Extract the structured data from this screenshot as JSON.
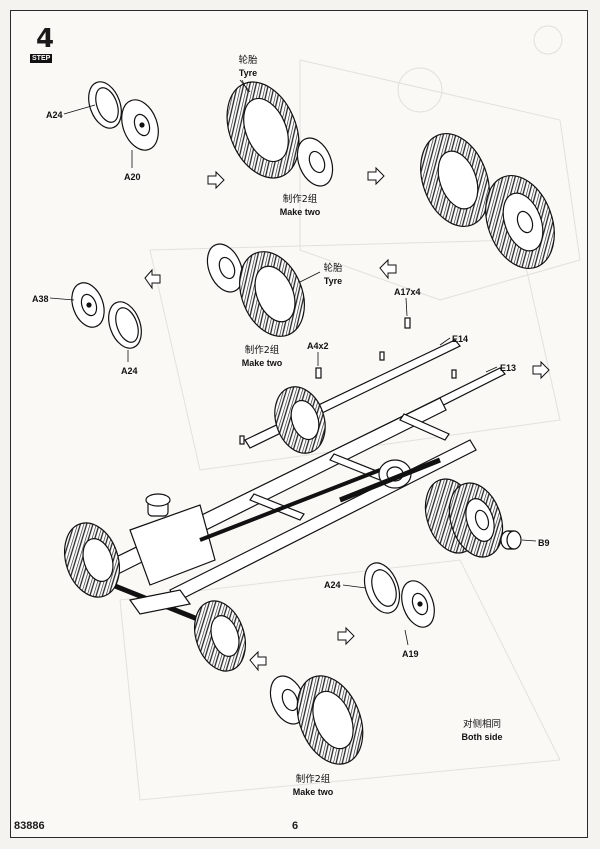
{
  "step": {
    "number": "4",
    "word": "STEP"
  },
  "footer": {
    "catalog": "83886",
    "page": "6"
  },
  "labels": {
    "a24_top": "A24",
    "a20": "A20",
    "tyre_cn_1": "轮胎",
    "tyre_en_1": "Tyre",
    "make_two_cn_1": "制作2组",
    "make_two_en_1": "Make two",
    "a38": "A38",
    "a24_left": "A24",
    "tyre_cn_2": "轮胎",
    "tyre_en_2": "Tyre",
    "make_two_cn_2": "制作2组",
    "make_two_en_2": "Make two",
    "a17x4": "A17x4",
    "a4x2": "A4x2",
    "e14": "E14",
    "e13": "E13",
    "b9": "B9",
    "a24_bottom": "A24",
    "a19": "A19",
    "both_side_cn": "对侧相同",
    "both_side_en": "Both side",
    "make_two_cn_3": "制作2组",
    "make_two_en_3": "Make two"
  }
}
